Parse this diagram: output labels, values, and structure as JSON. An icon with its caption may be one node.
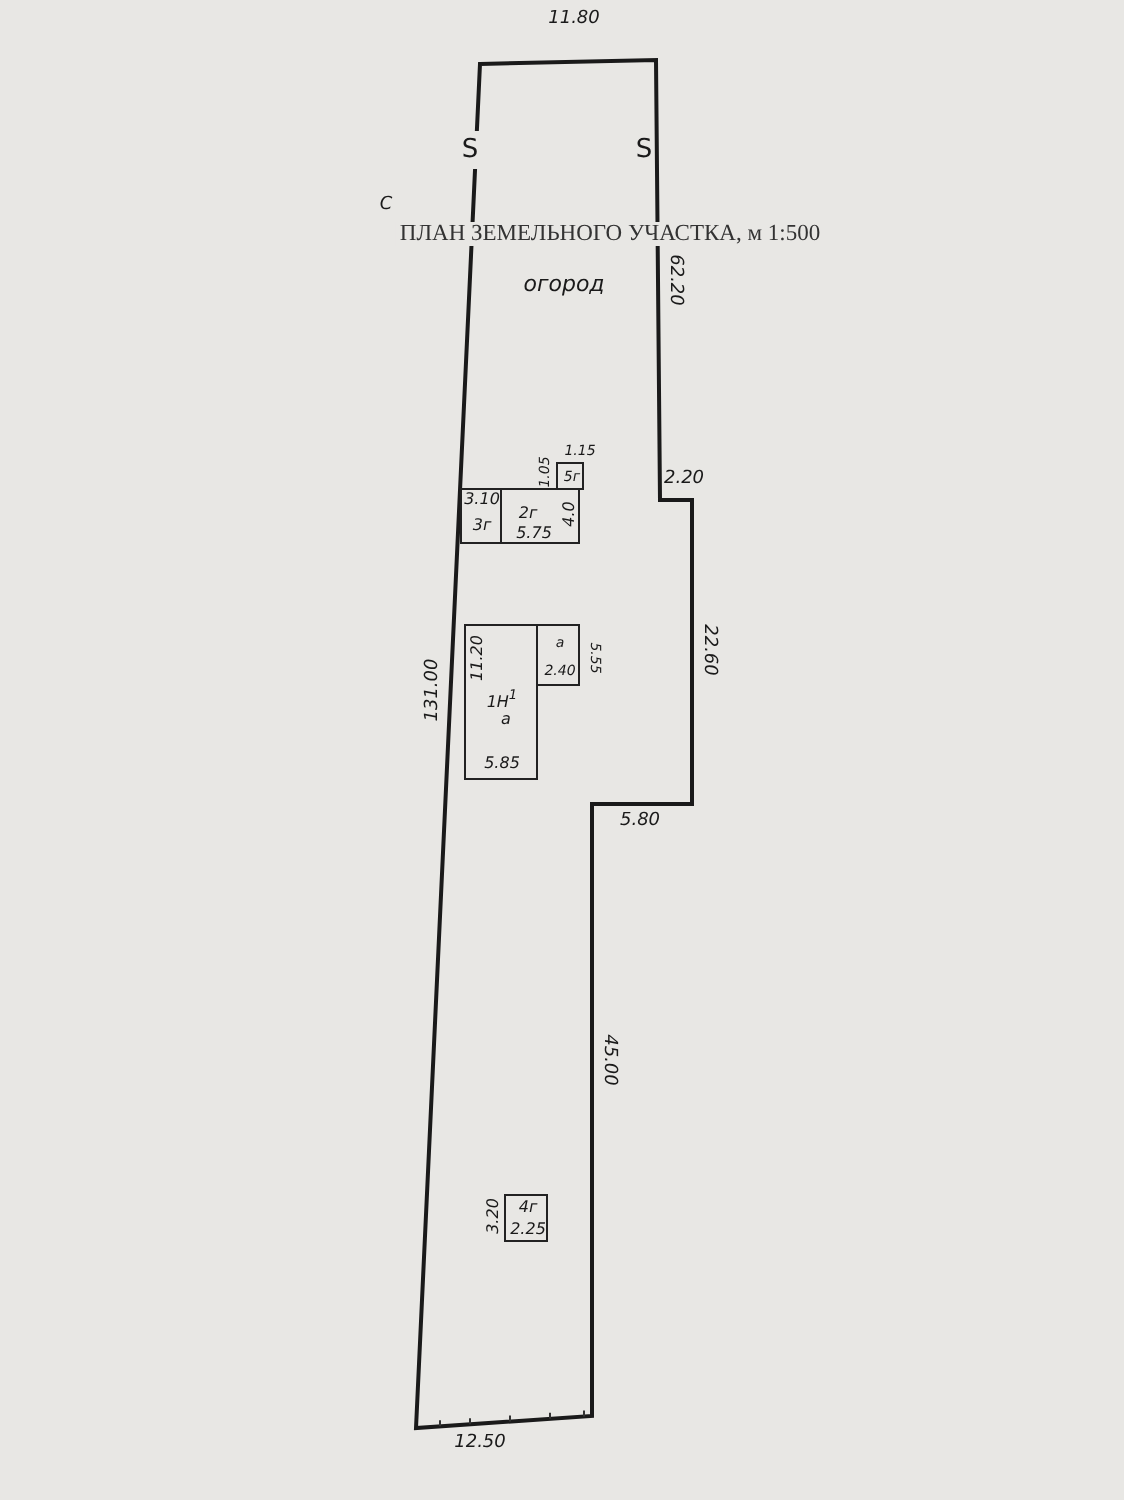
{
  "diagram": {
    "title": "ПЛАН ЗЕМЕЛЬНОГО УЧАСТКА, м 1:500",
    "nodes": [
      {
        "text": [
          "огород"
        ]
      },
      {
        "text": [
          "3.10",
          "3г"
        ],
        "in": 0
      },
      {
        "text": [
          "2г",
          "4.0",
          "5.75"
        ],
        "in": 0
      },
      {
        "text": [
          "5г"
        ],
        "in": 0,
        "beside": [
          "1.15",
          "1.05"
        ]
      },
      {
        "text": [
          "11.20",
          "1Н$^{1}$",
          "а",
          "5.85"
        ],
        "in": 0
      },
      {
        "text": [
          "а",
          "2.40"
        ],
        "in": 0,
        "beside": [
          "5.55"
        ]
      },
      {
        "text": [
          "4г",
          "2.25"
        ],
        "in": 0,
        "beside": [
          "3.20"
        ]
      }
    ],
    "labels": [
      "11.80",
      "S",
      "S",
      "С",
      "62.20",
      "2.20",
      "22.60",
      "5.80",
      "45.00",
      "131.00",
      "12.50"
    ]
  }
}
